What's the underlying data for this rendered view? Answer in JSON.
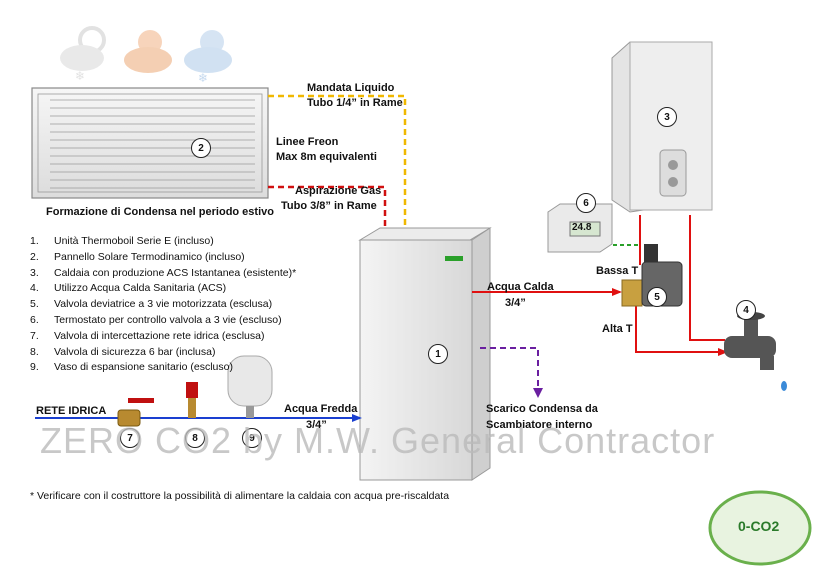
{
  "labels": {
    "mandata": "Mandata Liquido",
    "tubo14": "Tubo 1/4” in Rame",
    "linee": "Linee Freon",
    "max8m": "Max 8m equivalenti",
    "aspirazione": "Aspirazione Gas",
    "tubo38": "Tubo 3/8” in Rame",
    "condensa": "Formazione di Condensa nel periodo estivo",
    "acqua_calda": "Acqua Calda",
    "acqua_calda_size": "3/4”",
    "acqua_fredda": "Acqua Fredda",
    "acqua_fredda_size": "3/4”",
    "bassa_t": "Bassa T",
    "alta_t": "Alta T",
    "rete_idrica": "RETE IDRICA",
    "scarico1": "Scarico Condensa da",
    "scarico2": "Scambiatore interno",
    "thermostat_display": "24.8",
    "logo": "0-CO2"
  },
  "numbers": [
    "1",
    "2",
    "3",
    "4",
    "5",
    "6",
    "7",
    "8",
    "9"
  ],
  "legend": [
    {
      "n": "1.",
      "text": "Unità Thermoboil Serie E (incluso)"
    },
    {
      "n": "2.",
      "text": "Pannello Solare Termodinamico (incluso)"
    },
    {
      "n": "3.",
      "text": "Caldaia con produzione ACS Istantanea (esistente)*"
    },
    {
      "n": "4.",
      "text": "Utilizzo Acqua Calda Sanitaria (ACS)"
    },
    {
      "n": "5.",
      "text": "Valvola deviatrice a 3 vie motorizzata (esclusa)"
    },
    {
      "n": "6.",
      "text": "Termostato per controllo valvola a 3 vie (escluso)"
    },
    {
      "n": "7.",
      "text": "Valvola di intercettazione rete idrica (esclusa)"
    },
    {
      "n": "8.",
      "text": "Valvola di sicurezza 6 bar (inclusa)"
    },
    {
      "n": "9.",
      "text": "Vaso di espansione sanitario (escluso)"
    }
  ],
  "watermark": "ZERO CO2 by M.W. General Contractor",
  "footnote": "* Verificare con il costruttore la possibilità di alimentare la caldaia con acqua pre-riscaldata",
  "colors": {
    "hot": "#e01010",
    "cold": "#1a3fd0",
    "liquid": "#f0b800",
    "gas": "#d01010",
    "drain": "#6a1fa0",
    "boilerGreen": "#2aa02a"
  }
}
